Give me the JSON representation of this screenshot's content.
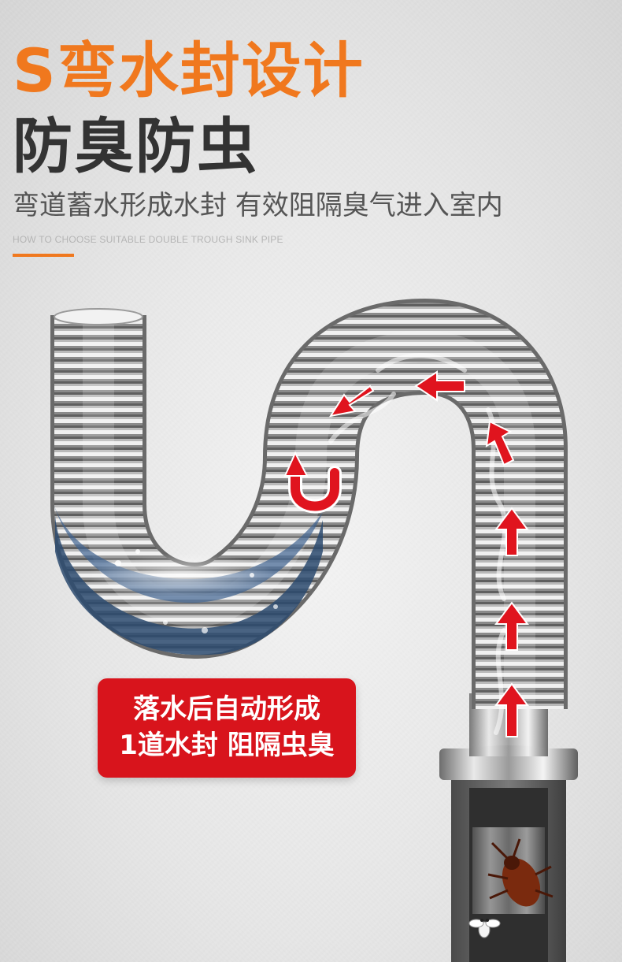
{
  "header": {
    "title_line1": "S弯水封设计",
    "title_line2": "防臭防虫",
    "subtitle": "弯道蓄水形成水封 有效阻隔臭气进入室内",
    "english_tagline": "HOW TO CHOOSE SUITABLE DOUBLE TROUGH SINK PIPE"
  },
  "callout": {
    "line1": "落水后自动形成",
    "line2": "1道水封 阻隔虫臭"
  },
  "colors": {
    "accent_orange": "#f0781e",
    "heading_dark": "#333333",
    "callout_red": "#d8141c",
    "arrow_red": "#e0141e",
    "water_blue": "#2c4a6e"
  },
  "icons": {
    "arrows": "red-flow-arrow-icon",
    "u_turn": "u-turn-arrow-icon",
    "bugs": [
      "cockroach-icon",
      "fly-icon"
    ]
  }
}
